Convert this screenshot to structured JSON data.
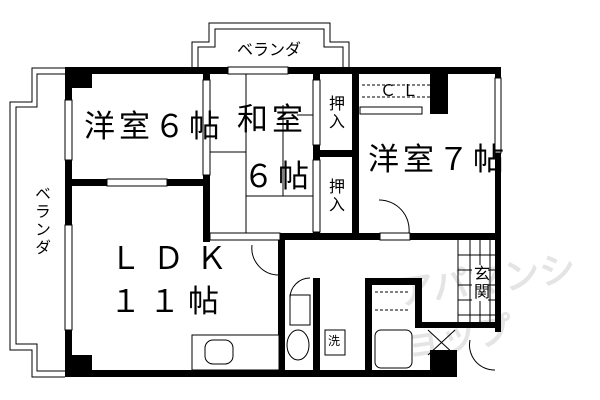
{
  "rooms": {
    "western6": "洋室６帖",
    "japanese": "和室",
    "japanese_size": "６帖",
    "closet1": "押入",
    "closet2": "押入",
    "western7": "洋室７帖",
    "ldk": "ＬＤＫ",
    "ldk_size": "１１帖",
    "cl": "ＣＬ",
    "washer": "洗",
    "entrance": "玄関"
  },
  "balconies": {
    "top": "ベランダ",
    "left": "ベランダ"
  },
  "watermark": "アパマンショップ",
  "colors": {
    "wall": "#000000",
    "background": "#ffffff",
    "watermark": "#e4e4e4"
  }
}
